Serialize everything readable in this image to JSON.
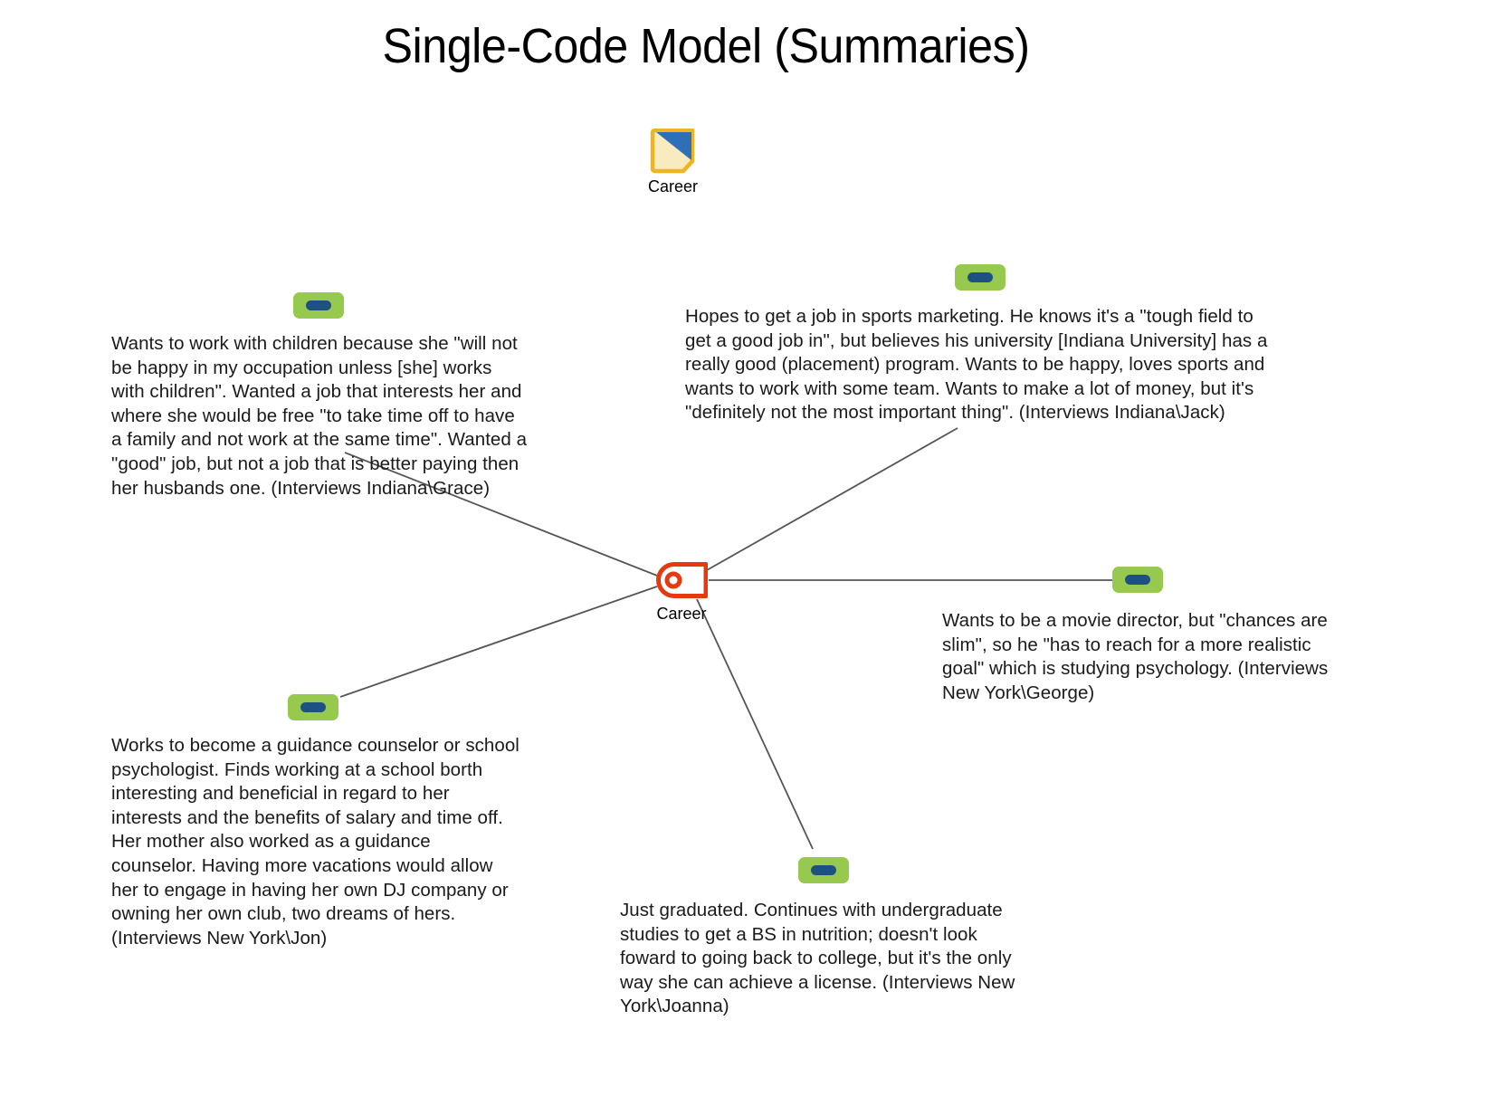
{
  "title": "Single-Code Model (Summaries)",
  "map_node": {
    "icon": "project-map-icon",
    "label": "Career"
  },
  "center_node": {
    "icon": "code-tag-icon",
    "label": "Career"
  },
  "colors": {
    "tag_outline": "#E53A10",
    "badge_green": "#97C94E",
    "badge_pill_blue": "#1D5183",
    "connector_gray": "#555555",
    "map_icon_border": "#F0B323",
    "map_icon_blue": "#2E6FB7",
    "map_icon_cream": "#F8EBBF"
  },
  "summaries": [
    {
      "id": "grace",
      "badge": "reference-badge-grace",
      "text": "Wants to work with children because she \"will not be happy in my occupation unless [she] works with children\". Wanted a job that interests her and where she would be free \"to take time off to have a family and not work at the same time\". Wanted a \"good\" job, but not a job that is better paying then her husbands one. (Interviews Indiana\\Grace)"
    },
    {
      "id": "jack",
      "badge": "reference-badge-jack",
      "text": "Hopes to get a job in sports marketing. He knows it's a \"tough field to get a good job in\", but believes his university [Indiana University] has a really good (placement) program. Wants to be happy, loves sports and wants to work with some team. Wants to make a lot of money, but it's \"definitely not the most important thing\". (Interviews Indiana\\Jack)"
    },
    {
      "id": "george",
      "badge": "reference-badge-george",
      "text": "Wants to be a movie director, but \"chances are slim\", so he \"has to reach for a more realistic goal\" which is studying psychology. (Interviews New York\\George)"
    },
    {
      "id": "joanna",
      "badge": "reference-badge-joanna",
      "text": "Just graduated. Continues with undergraduate studies to get a BS in nutrition; doesn't look foward to going back to college, but it's the only way she can achieve a license. (Interviews New York\\Joanna)"
    },
    {
      "id": "jon",
      "badge": "reference-badge-jon",
      "text": "Works to become a guidance counselor or school psychologist. Finds working at a school borth interesting and beneficial in regard to her interests and the benefits of salary and time off. Her mother also worked as a guidance counselor. Having more vacations would allow her to engage in having her own DJ company or owning her own club, two dreams of hers. (Interviews New York\\Jon)"
    }
  ]
}
